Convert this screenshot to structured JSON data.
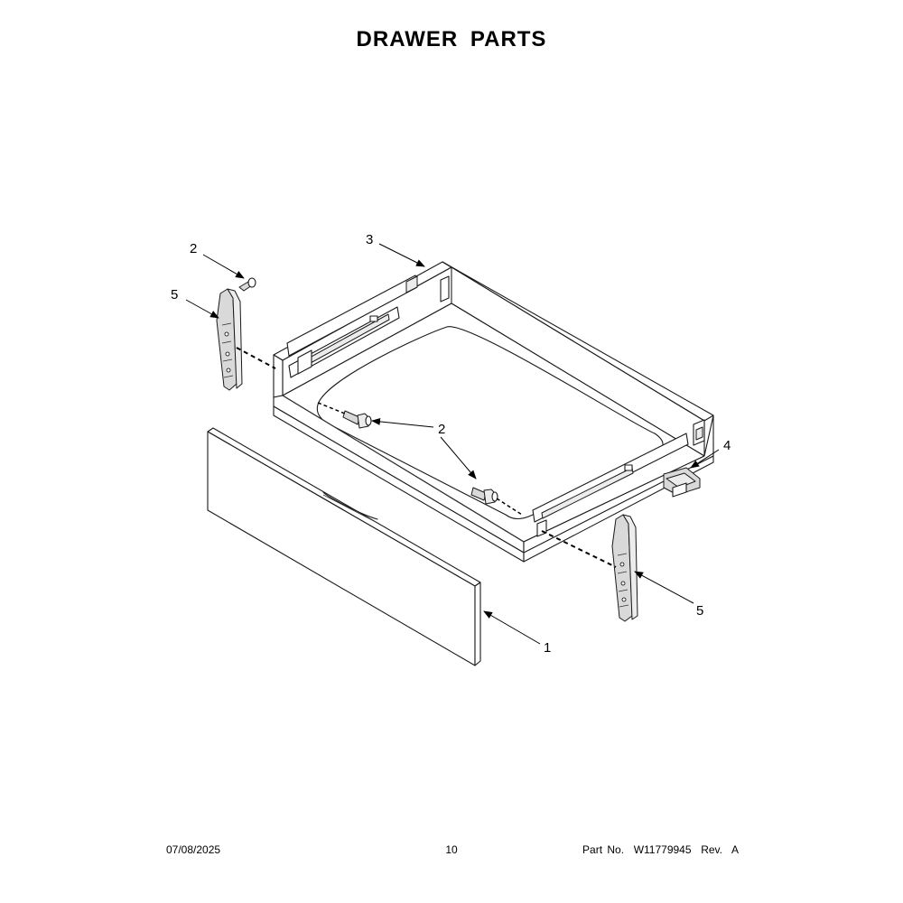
{
  "title": "DRAWER PARTS",
  "callouts": {
    "c1": "1",
    "c2_top": "2",
    "c2_mid": "2",
    "c3": "3",
    "c4": "4",
    "c5_left": "5",
    "c5_right": "5"
  },
  "footer": {
    "date": "07/08/2025",
    "page": "10",
    "part_no": "Part No.  W11779945  Rev.  A"
  }
}
